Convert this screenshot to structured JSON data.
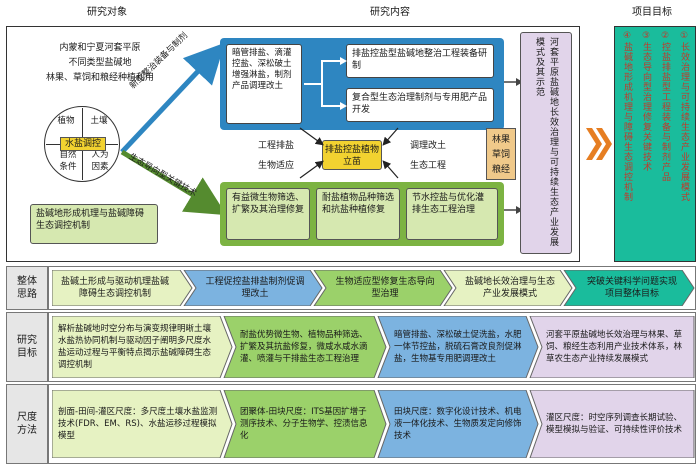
{
  "headers": {
    "objects": "研究对象",
    "content": "研究内容",
    "goals": "项目目标"
  },
  "objects": {
    "region_lines": [
      "内蒙和宁夏河套平原",
      "不同类型盐碱地",
      "林果、草饲和粮经种植利用"
    ],
    "quadrants": [
      "植物",
      "土壤",
      "自然条件",
      "人为因素"
    ],
    "center": "水盐调控",
    "mechanism": "盐碱地形成机理与盐碱障碍生态调控机制"
  },
  "arrows": {
    "upper": "新型整治装备与制剂",
    "lower": "生态导向型关键技术"
  },
  "equipment": {
    "left": "暗管排盐、滴灌控盐、深松破土增强淋盐，制剂产品调理改土",
    "top": "排盐控盐型盐碱地整治工程装备研制",
    "bottom": "复合型生态治理制剂与专用肥产品开发"
  },
  "center_flow": {
    "left": "工程排盐",
    "left2": "生物适应",
    "center": "排盐控盐植物立苗",
    "right": "调理改土",
    "right2": "生态工程"
  },
  "bio_boxes": [
    "有益微生物筛选、扩繁及其治理修复",
    "耐盐植物品种筛选和抗盐种植修复",
    "节水控盐与优化灌排生态工程治理"
  ],
  "pattern_box": "河套平原盐碱地长效治理与可持续生态产业发展模式及其示范",
  "crops_box": "林果草饲粮经",
  "goals": [
    "①长效治理与可持续生态产业发展模式",
    "②控盐排盐型工程装备与制剂产品",
    "③生态导向型治理修复关键技术",
    "④盐碱地形成机理与障碍生态调控机制"
  ],
  "rows": [
    {
      "label": "整体思路",
      "items": [
        "盐碱土形成与驱动机理盐碱障碍生态调控机制",
        "工程促控盐排盐制剂促调理改土",
        "生物适应型修复生态导向型治理",
        "盐碱地长效治理与生态产业发展模式",
        "突破关键科学问题实现项目整体目标"
      ]
    },
    {
      "label": "研究目标",
      "items": [
        "解析盐碱地时空分布与演变规律明晰土壤水盐热协同机制与驱动因子阐明多尺度水盐运动过程与平衡特点揭示盐碱障碍生态调控机制",
        "耐盐优势微生物、植物品种筛选、扩繁及其抗盐修复，微咸水咸水滴灌、喷灌与干排盐生态工程治理",
        "暗管排盐、深松破土促洗盐，水肥一体节控盐，脱硫石膏改良剂促淋盐，生物基专用肥调理改土",
        "河套平原盐碱地长效治理与林果、草饲、粮经生态利用产业技术体系，林草农生态产业持续发展模式"
      ]
    },
    {
      "label": "尺度方法",
      "items": [
        "剖面-田间-灌区尺度：多尺度土壤水盐监测技术(FDR、EM、RS)、水盐运移过程模拟模型",
        "团聚体-田块尺度：ITS基因扩增子测序技术、分子生物学、控渍信息化",
        "田块尺度：数字化设计技术、机电液一体化技术、生物质发定向修饰技术",
        "灌区尺度：时空序列调查长期试验、模型模拟与验证、可持续性评价技术"
      ]
    }
  ]
}
